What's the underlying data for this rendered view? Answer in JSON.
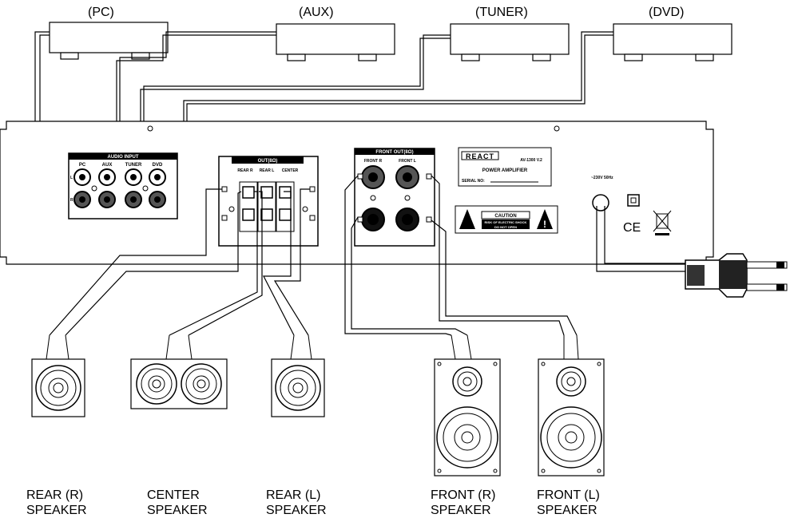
{
  "sources": [
    {
      "id": "pc",
      "label": "(PC)"
    },
    {
      "id": "aux",
      "label": "(AUX)"
    },
    {
      "id": "tuner",
      "label": "(TUNER)"
    },
    {
      "id": "dvd",
      "label": "(DVD)"
    }
  ],
  "amp": {
    "audio_input_title": "AUDIO INPUT",
    "input_labels": [
      "PC",
      "AUX",
      "TUNER",
      "DVD"
    ],
    "out_title": "OUT(8Ω)",
    "out_labels": [
      "REAR R",
      "REAR L",
      "CENTER"
    ],
    "front_out_title": "FRONT OUT(8Ω)",
    "front_labels": [
      "FRONT R",
      "FRONT L"
    ],
    "brand": "REACT",
    "model": "AV-1300 V.2",
    "product": "POWER AMPLIFIER",
    "serial_label": "SERIAL NO:",
    "caution_title": "CAUTION",
    "caution_line1": "RISK OF ELECTRIC SHOCK",
    "caution_line2": "DO NOT OPEN",
    "voltage": "~230V 50Hz",
    "ce_mark": "CE",
    "left_mark": "L",
    "right_mark": "R"
  },
  "speakers": [
    {
      "id": "rear-r",
      "line1": "REAR (R)",
      "line2": "SPEAKER"
    },
    {
      "id": "center",
      "line1": "CENTER",
      "line2": "SPEAKER"
    },
    {
      "id": "rear-l",
      "line1": "REAR (L)",
      "line2": "SPEAKER"
    },
    {
      "id": "front-r",
      "line1": "FRONT (R)",
      "line2": "SPEAKER"
    },
    {
      "id": "front-l",
      "line1": "FRONT (L)",
      "line2": "SPEAKER"
    }
  ]
}
